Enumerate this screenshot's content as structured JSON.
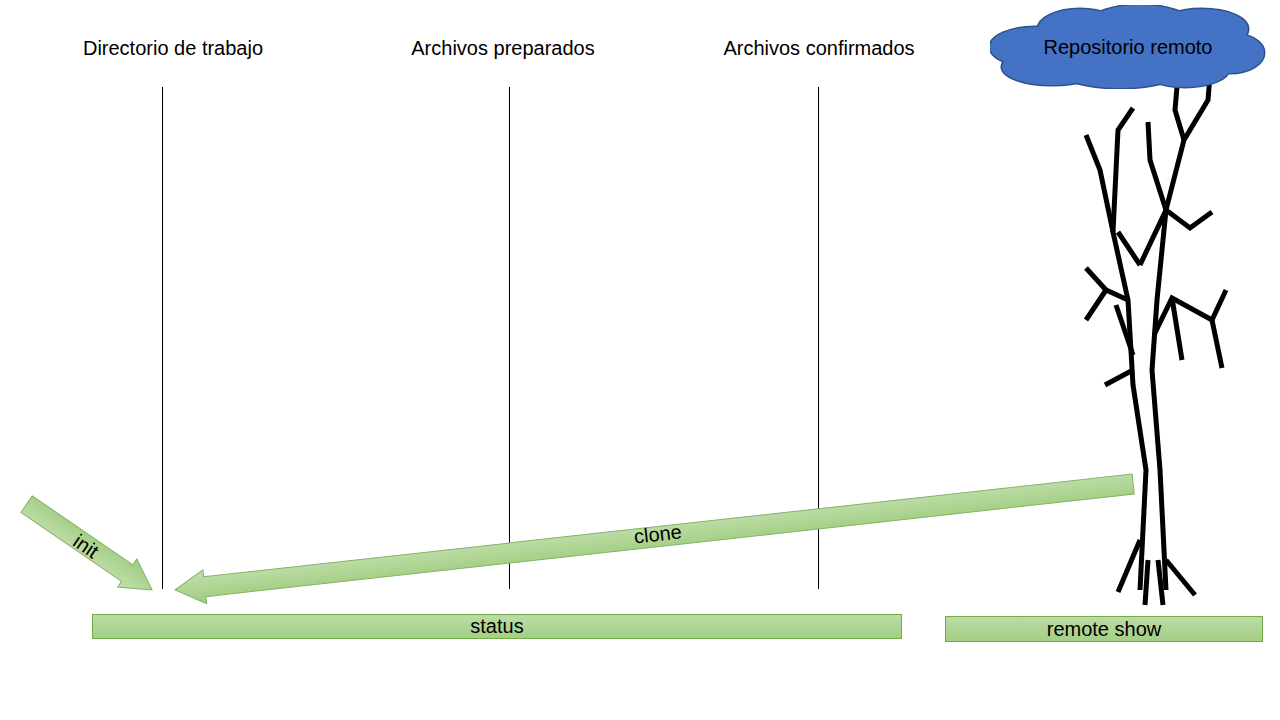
{
  "diagram": {
    "nodes": [
      {
        "text": [
          "Repositorio remoto"
        ]
      },
      {
        "text": [
          "status"
        ]
      },
      {
        "text": [
          "remote show"
        ]
      }
    ],
    "labels": [
      "Directorio de trabajo",
      "Archivos preparados",
      "Archivos confirmados",
      "init",
      "clone"
    ]
  }
}
